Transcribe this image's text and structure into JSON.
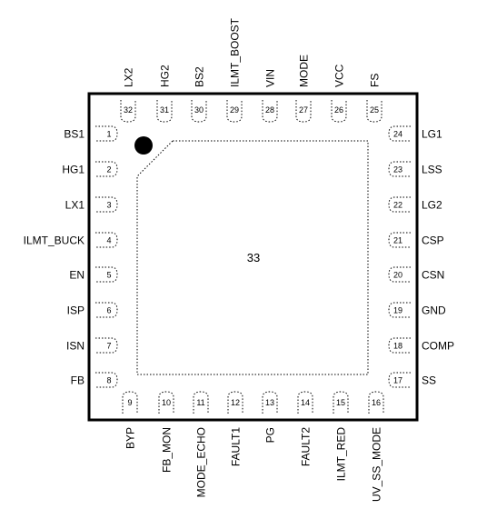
{
  "package": {
    "thermal_pad_number": "33"
  },
  "pins": {
    "left": [
      {
        "num": "1",
        "name": "BS1"
      },
      {
        "num": "2",
        "name": "HG1"
      },
      {
        "num": "3",
        "name": "LX1"
      },
      {
        "num": "4",
        "name": "ILMT_BUCK"
      },
      {
        "num": "5",
        "name": "EN"
      },
      {
        "num": "6",
        "name": "ISP"
      },
      {
        "num": "7",
        "name": "ISN"
      },
      {
        "num": "8",
        "name": "FB"
      }
    ],
    "bottom": [
      {
        "num": "9",
        "name": "BYP"
      },
      {
        "num": "10",
        "name": "FB_MON"
      },
      {
        "num": "11",
        "name": "MODE_ECHO"
      },
      {
        "num": "12",
        "name": "FAULT1"
      },
      {
        "num": "13",
        "name": "PG"
      },
      {
        "num": "14",
        "name": "FAULT2"
      },
      {
        "num": "15",
        "name": "ILMT_RED"
      },
      {
        "num": "16",
        "name": "UV_SS_MODE"
      }
    ],
    "right": [
      {
        "num": "24",
        "name": "LG1"
      },
      {
        "num": "23",
        "name": "LSS"
      },
      {
        "num": "22",
        "name": "LG2"
      },
      {
        "num": "21",
        "name": "CSP"
      },
      {
        "num": "20",
        "name": "CSN"
      },
      {
        "num": "19",
        "name": "GND"
      },
      {
        "num": "18",
        "name": "COMP"
      },
      {
        "num": "17",
        "name": "SS"
      }
    ],
    "top": [
      {
        "num": "32",
        "name": "LX2"
      },
      {
        "num": "31",
        "name": "HG2"
      },
      {
        "num": "30",
        "name": "BS2"
      },
      {
        "num": "29",
        "name": "ILMT_BOOST"
      },
      {
        "num": "28",
        "name": "VIN"
      },
      {
        "num": "27",
        "name": "MODE"
      },
      {
        "num": "26",
        "name": "VCC"
      },
      {
        "num": "25",
        "name": "FS"
      }
    ]
  }
}
